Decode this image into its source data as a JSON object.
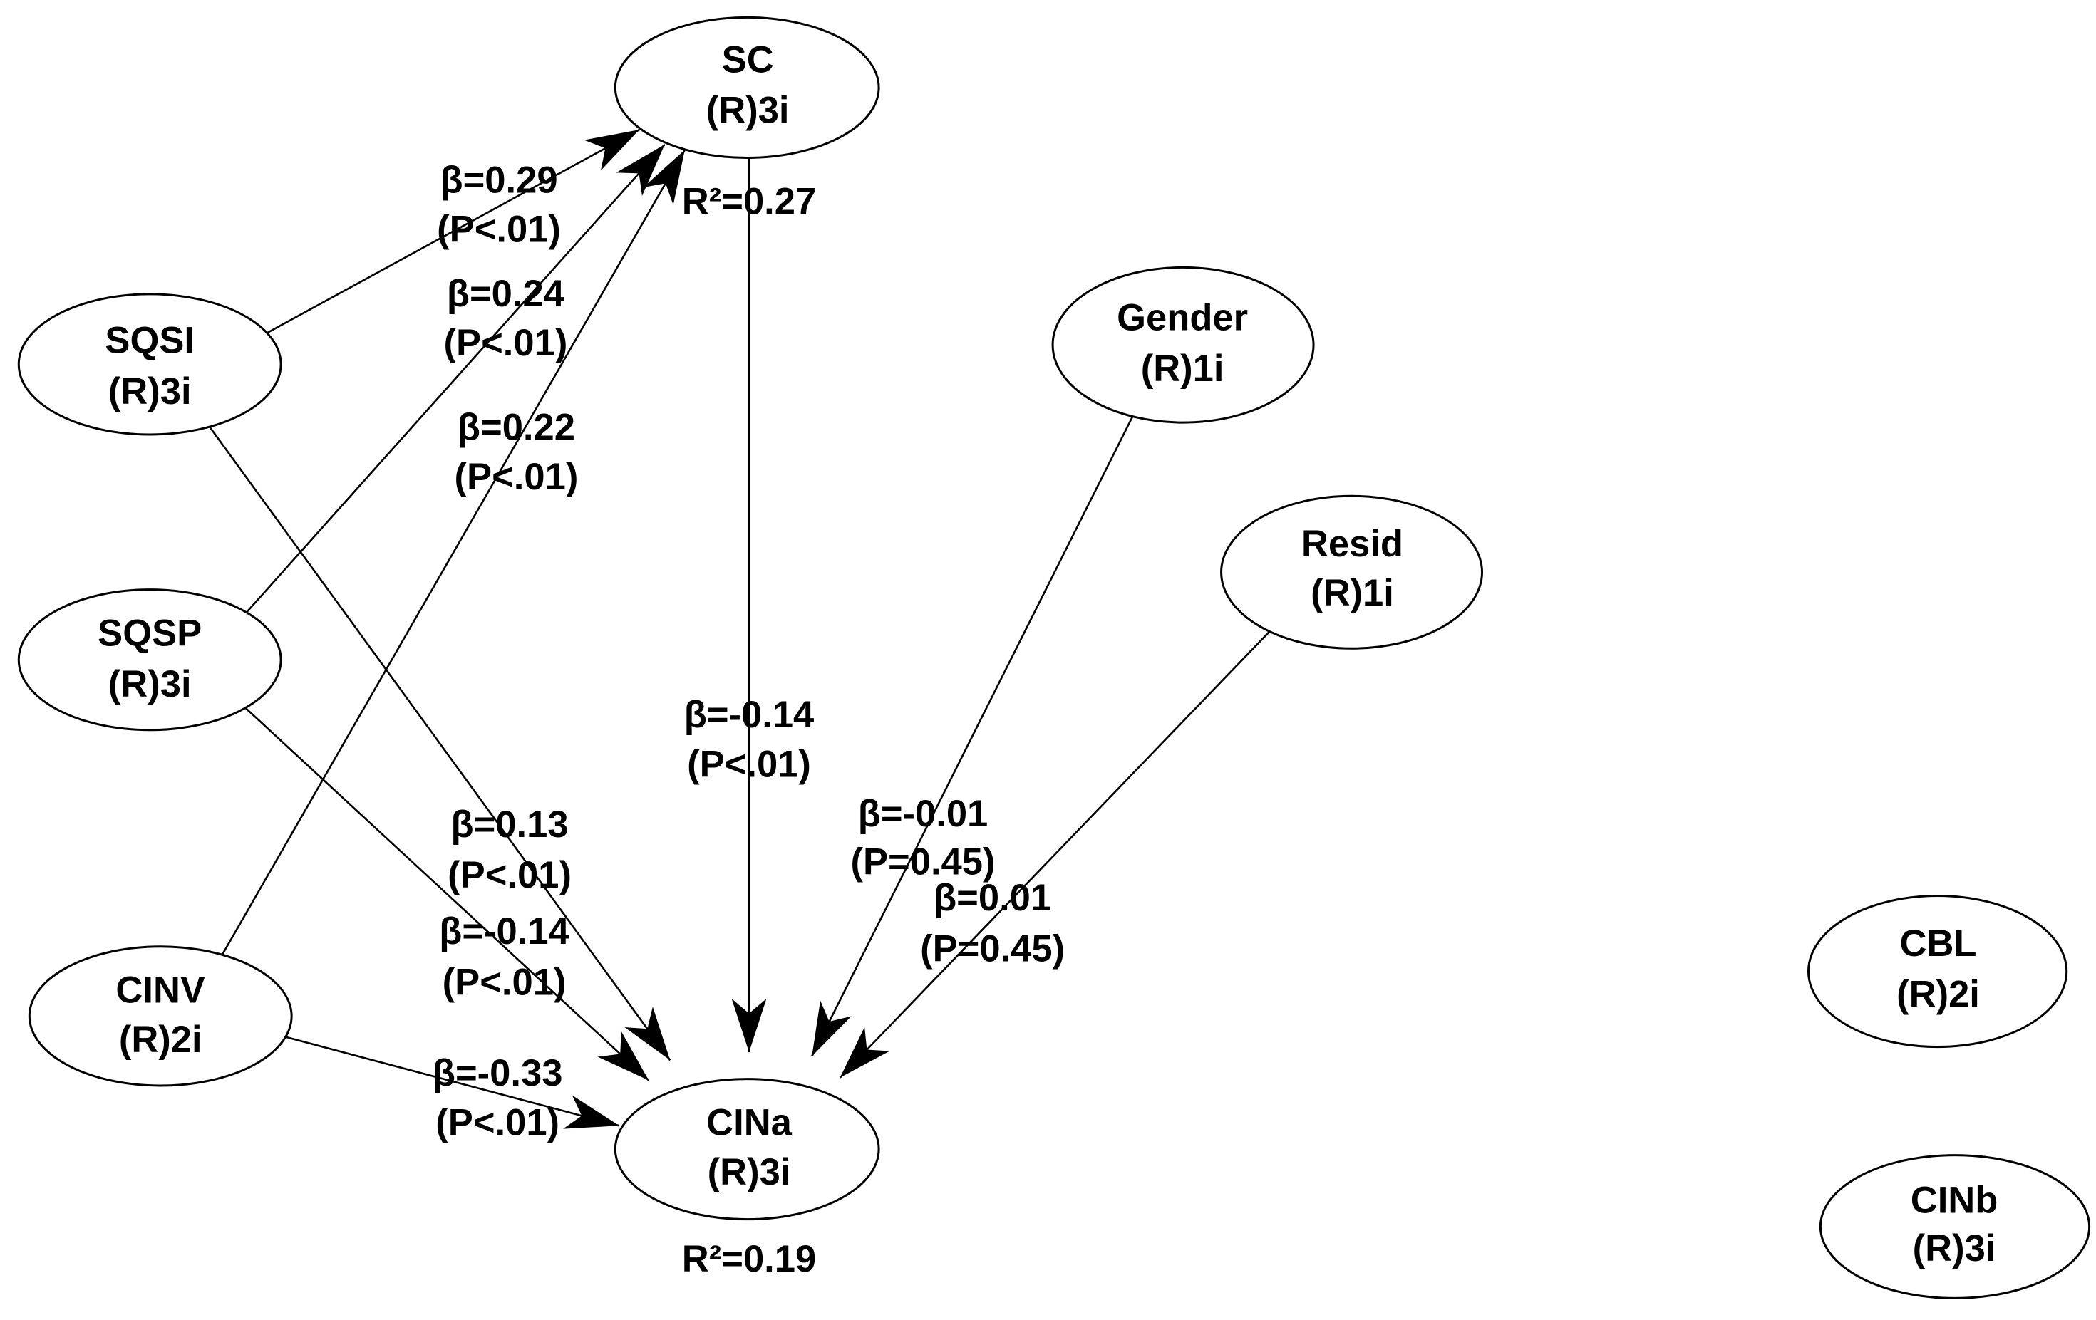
{
  "colors": {
    "background": "#ffffff",
    "ink": "#000000"
  },
  "nodes": {
    "sc": {
      "name": "SC",
      "info": "(R)3i",
      "r2": "R²=0.27"
    },
    "sqsi": {
      "name": "SQSI",
      "info": "(R)3i"
    },
    "sqsp": {
      "name": "SQSP",
      "info": "(R)3i"
    },
    "cinv": {
      "name": "CINV",
      "info": "(R)2i"
    },
    "cina": {
      "name": "CINa",
      "info": "(R)3i",
      "r2": "R²=0.19"
    },
    "gender": {
      "name": "Gender",
      "info": "(R)1i"
    },
    "resid": {
      "name": "Resid",
      "info": "(R)1i"
    },
    "cbl": {
      "name": "CBL",
      "info": "(R)2i"
    },
    "cinb": {
      "name": "CINb",
      "info": "(R)3i"
    }
  },
  "edges": [
    {
      "beta": "β=0.29",
      "p": "(P<.01)"
    },
    {
      "beta": "β=0.24",
      "p": "(P<.01)"
    },
    {
      "beta": "β=0.22",
      "p": "(P<.01)"
    },
    {
      "beta": "β=-0.14",
      "p": "(P<.01)"
    },
    {
      "beta": "β=0.13",
      "p": "(P<.01)"
    },
    {
      "beta": "β=-0.14",
      "p": "(P<.01)"
    },
    {
      "beta": "β=-0.33",
      "p": "(P<.01)"
    },
    {
      "beta": "β=-0.01",
      "p": "(P=0.45)"
    },
    {
      "beta": "β=0.01",
      "p": "(P=0.45)"
    }
  ]
}
